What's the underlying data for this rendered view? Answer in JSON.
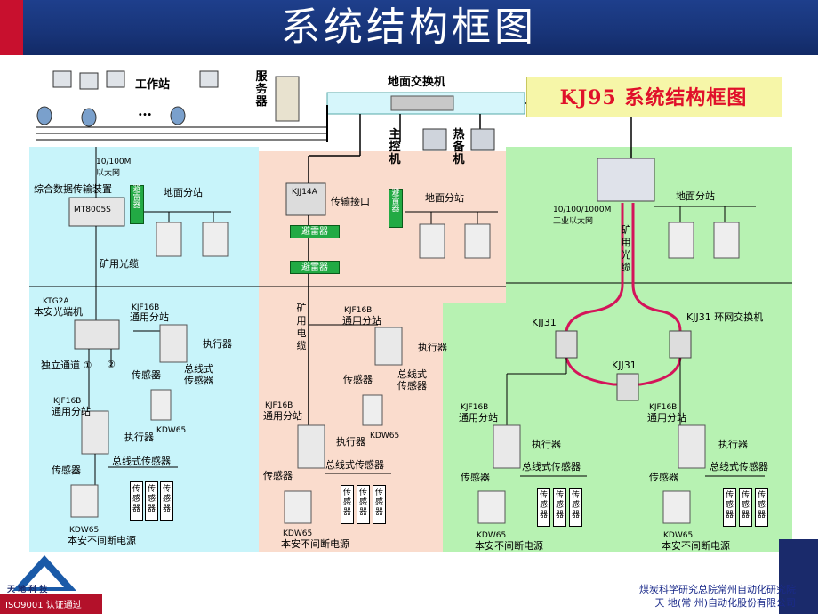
{
  "slide": {
    "title": "系统结构框图",
    "kj_title": "KJ95 系统结构框图",
    "company_line1": "煤炭科学研究总院常州自动化研究院",
    "company_line2": "天 地(常 州)自动化股份有限公司",
    "iso_text": "ISO9001 认证通过",
    "logo_text": "天 地 科 技"
  },
  "colors": {
    "title_bar": "#1e3f8c",
    "zone_left": "#c8f4fa",
    "zone_mid": "#fadccd",
    "zone_right": "#b7f2b2",
    "ring": "#d4145a",
    "arrester": "#22aa44",
    "kj_title": "#e0102a"
  },
  "top": {
    "workstation_label": "工作站",
    "ellipsis": "…",
    "server_label": "服务器",
    "switch_label": "地面交换机",
    "master_label": "主控机",
    "standby_label": "热备机"
  },
  "left": {
    "net_label": "10/100M\n以太网",
    "device_label": "综合数据传输装置",
    "device_name": "MT8005S",
    "arrester": "避雷器",
    "ground_station": "地面分站",
    "cable": "矿用光缆",
    "optic_name": "KTG2A",
    "optic_label": "本安光端机",
    "channel_label": "独立通道 ①",
    "channel2": "②",
    "station_name": "KJF16B",
    "station_label": "通用分站",
    "actuator": "执行器",
    "sensor": "传感器",
    "bus_sensor": "总线式\n传感器",
    "kdw": "KDW65",
    "station2_name": "KJF16B",
    "station2_label": "通用分站",
    "actuator2": "执行器",
    "sensor2": "传感器",
    "bus_sensor2": "总线式传感器",
    "sensor_box": "传\n感\n器",
    "kdw2": "KDW65",
    "ups": "本安不间断电源"
  },
  "mid": {
    "interface_name": "KJJ14A",
    "interface_label": "传输接口",
    "arrester": "避雷器",
    "ground_station": "地面分站",
    "cable": "矿用电缆",
    "station_name": "KJF16B",
    "station_label": "通用分站",
    "actuator": "执行器",
    "sensor": "传感器",
    "bus_sensor": "总线式\n传感器",
    "kdw": "KDW65",
    "station2_name": "KJF16B",
    "station2_label": "通用分站",
    "actuator2": "执行器",
    "sensor2": "传感器",
    "bus_sensor2": "总线式传感器",
    "sensor_box": "传\n感\n器",
    "kdw2": "KDW65",
    "ups": "本安不间断电源"
  },
  "right": {
    "net_label": "10/100/1000M\n工业以太网",
    "ground_station": "地面分站",
    "cable": "矿用光缆",
    "kjj_left": "KJJ31",
    "kjj_right": "KJJ31 环网交换机",
    "kjj_bottom": "KJJ31",
    "station_name": "KJF16B",
    "station_label": "通用分站",
    "actuator": "执行器",
    "sensor": "传感器",
    "bus_sensor": "总线式传感器",
    "sensor_box": "传\n感\n器",
    "kdw": "KDW65",
    "ups": "本安不间断电源",
    "station2_name": "KJF16B",
    "station2_label": "通用分站",
    "actuator2": "执行器",
    "sensor2": "传感器",
    "bus_sensor2": "总线式传感器",
    "kdw2": "KDW65",
    "ups2": "本安不间断电源"
  }
}
